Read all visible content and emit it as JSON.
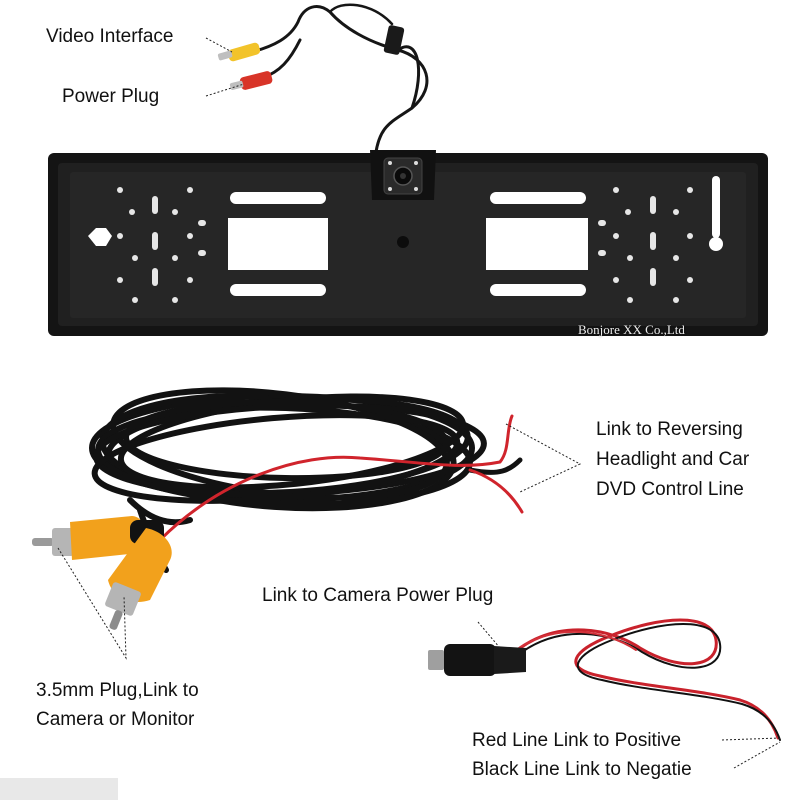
{
  "labels": {
    "video_interface": "Video Interface",
    "power_plug": "Power Plug",
    "reversing_line_1": "Link to Reversing",
    "reversing_line_2": "Headlight and Car",
    "reversing_line_3": "DVD Control Line",
    "camera_power_plug": "Link to Camera Power Plug",
    "rca_plug_line_1": "3.5mm Plug,Link to",
    "rca_plug_line_2": "Camera or Monitor",
    "red_line": "Red Line Link to Positive",
    "black_line": "Black Line Link to Negatie"
  },
  "watermark": "Bonjore XX Co.,Ltd",
  "colors": {
    "background": "#ffffff",
    "frame": "#1c1c1c",
    "cable_black": "#111111",
    "cable_red": "#d0242c",
    "rca_yellow": "#f2a11c",
    "rca_red": "#d93a2b"
  }
}
